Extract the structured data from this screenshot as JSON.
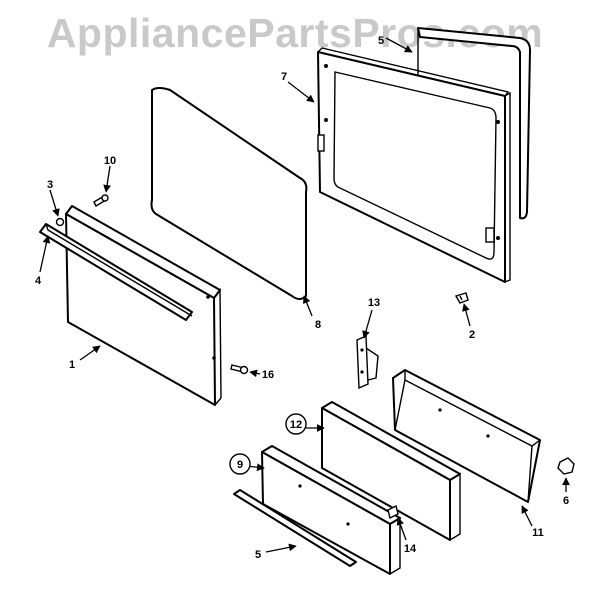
{
  "watermark": "AppliancePartsPros.com",
  "callouts": {
    "c1": "1",
    "c2": "2",
    "c3": "3",
    "c4": "4",
    "c5a": "5",
    "c5b": "5",
    "c6": "6",
    "c7": "7",
    "c8": "8",
    "c9": "9",
    "c10": "10",
    "c11": "11",
    "c12": "12",
    "c13": "13",
    "c14": "14",
    "c16": "16"
  }
}
